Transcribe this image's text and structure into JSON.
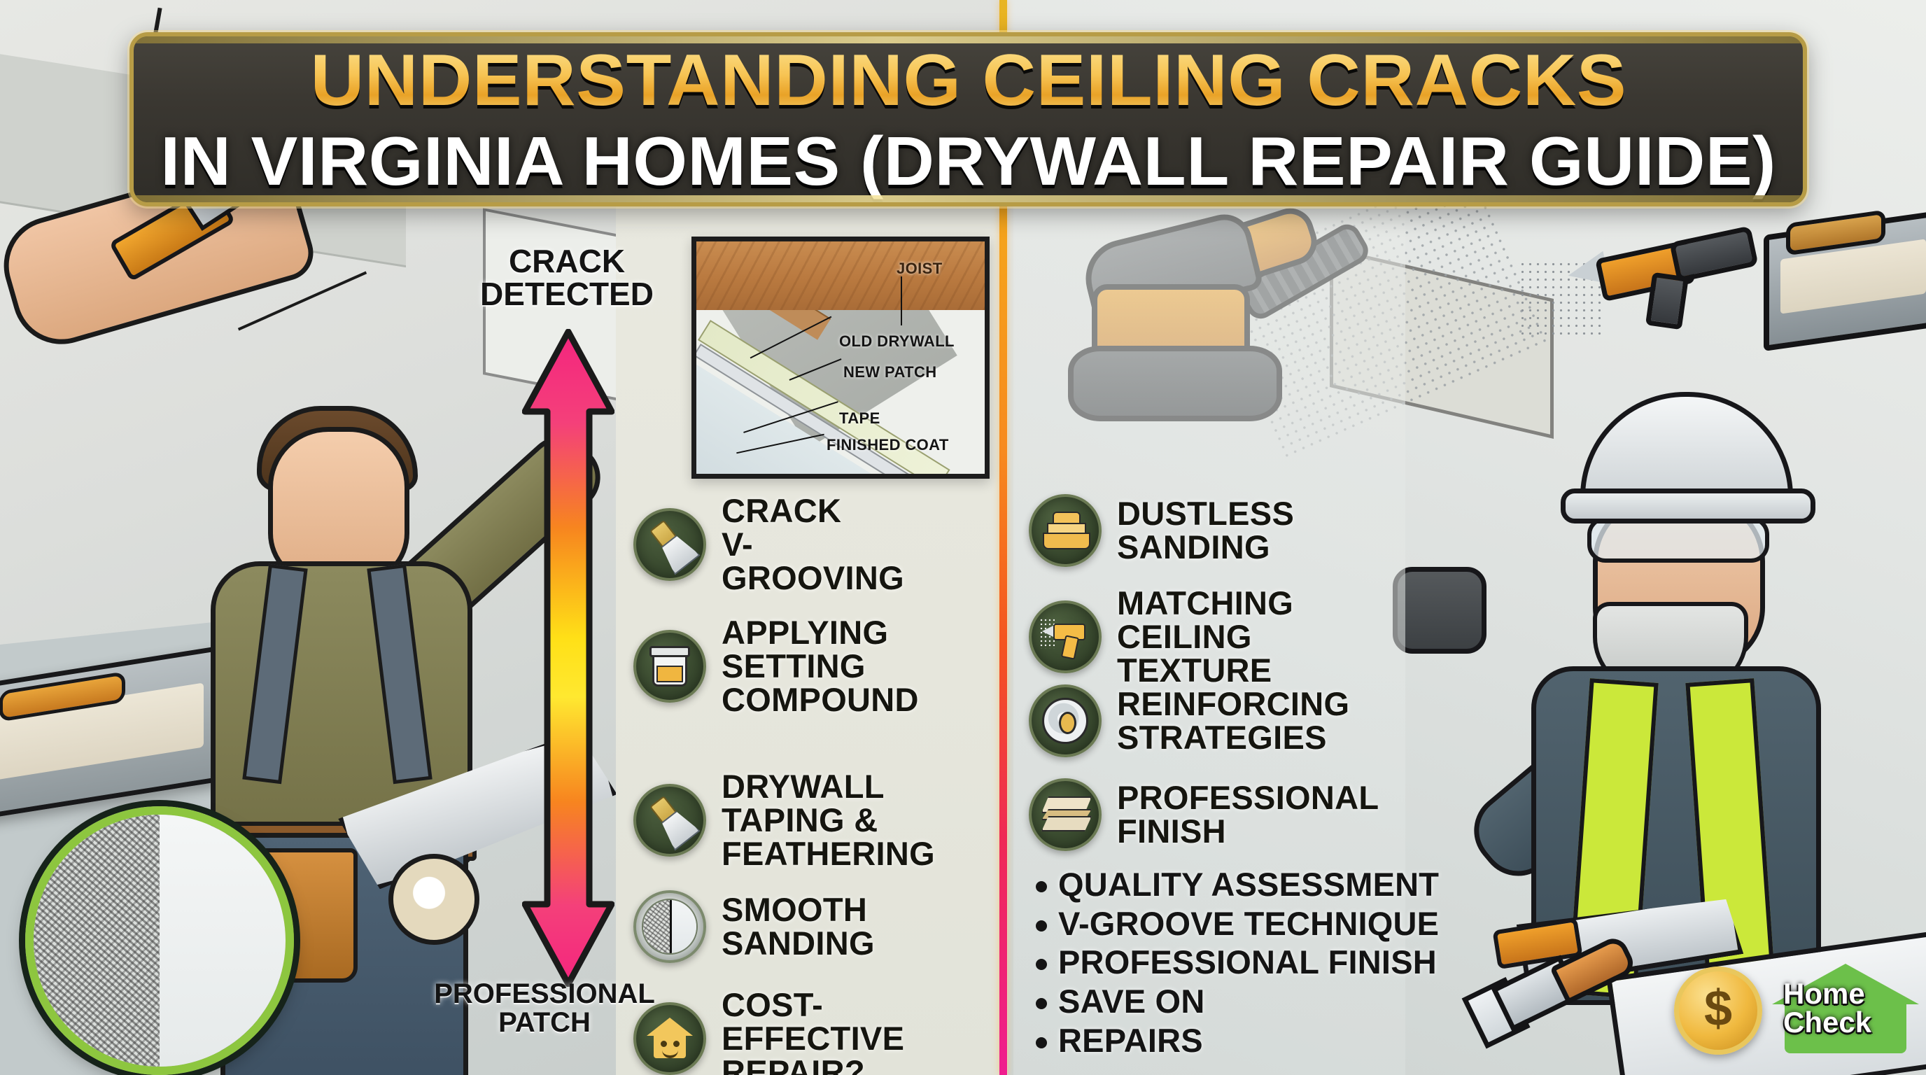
{
  "title": {
    "line1": "UNDERSTANDING CEILING CRACKS",
    "line2": "IN VIRGINIA HOMES (DRYWALL REPAIR GUIDE)"
  },
  "arrow": {
    "top_label": "CRACK DETECTED",
    "bottom_label": "PROFESSIONAL PATCH",
    "gradient": [
      "#f4257e",
      "#f7851f",
      "#ffe017",
      "#f7851f",
      "#f4257e"
    ]
  },
  "diagram": {
    "labels": {
      "joist": "JOIST",
      "old_drywall": "OLD DRYWALL",
      "new_patch": "NEW PATCH",
      "tape": "TAPE",
      "finished_coat": "FINISHED COAT"
    }
  },
  "left_column": {
    "items": [
      {
        "icon": "putty-knife-icon",
        "label": "CRACK\nV-GROOVING"
      },
      {
        "icon": "compound-bucket-icon",
        "label": "APPLYING\nSETTING\nCOMPOUND"
      },
      {
        "icon": "taping-knife-icon",
        "label": "DRYWALL\nTAPING &\nFEATHERING"
      },
      {
        "icon": "texture-compare-icon",
        "label": "SMOOTH\nSANDING"
      },
      {
        "icon": "happy-house-icon",
        "label": "COST-\nEFFECTIVE\nREPAIR?"
      }
    ]
  },
  "right_column": {
    "items": [
      {
        "icon": "sander-icon",
        "label": "DUSTLESS\nSANDING"
      },
      {
        "icon": "texture-gun-icon",
        "label": "MATCHING\nCEILING TEXTURE"
      },
      {
        "icon": "tape-roll-icon",
        "label": "REINFORCING\nSTRATEGIES"
      },
      {
        "icon": "drywall-layers-icon",
        "label": "PROFESSIONAL\nFINISH"
      }
    ],
    "bullets": [
      "QUALITY ASSESSMENT",
      "V-GROOVE TECHNIQUE",
      "PROFESSIONAL FINISH",
      "SAVE ON",
      "REPAIRS"
    ]
  },
  "logo": {
    "line1": "Home",
    "line2": "Check",
    "coin_symbol": "$",
    "house_color": "#6cc04a",
    "coin_color": "#f0b93f"
  },
  "colors": {
    "banner_bg": "#39362f",
    "banner_border": "#b79c46",
    "title_gold": "#f5c451",
    "divider_top": "#e8b522",
    "divider_bottom": "#ef1e8f",
    "badge_green": "#36462c",
    "magnifier_rim": "#8dc63f",
    "vest_yellow": "#cbe83a"
  }
}
